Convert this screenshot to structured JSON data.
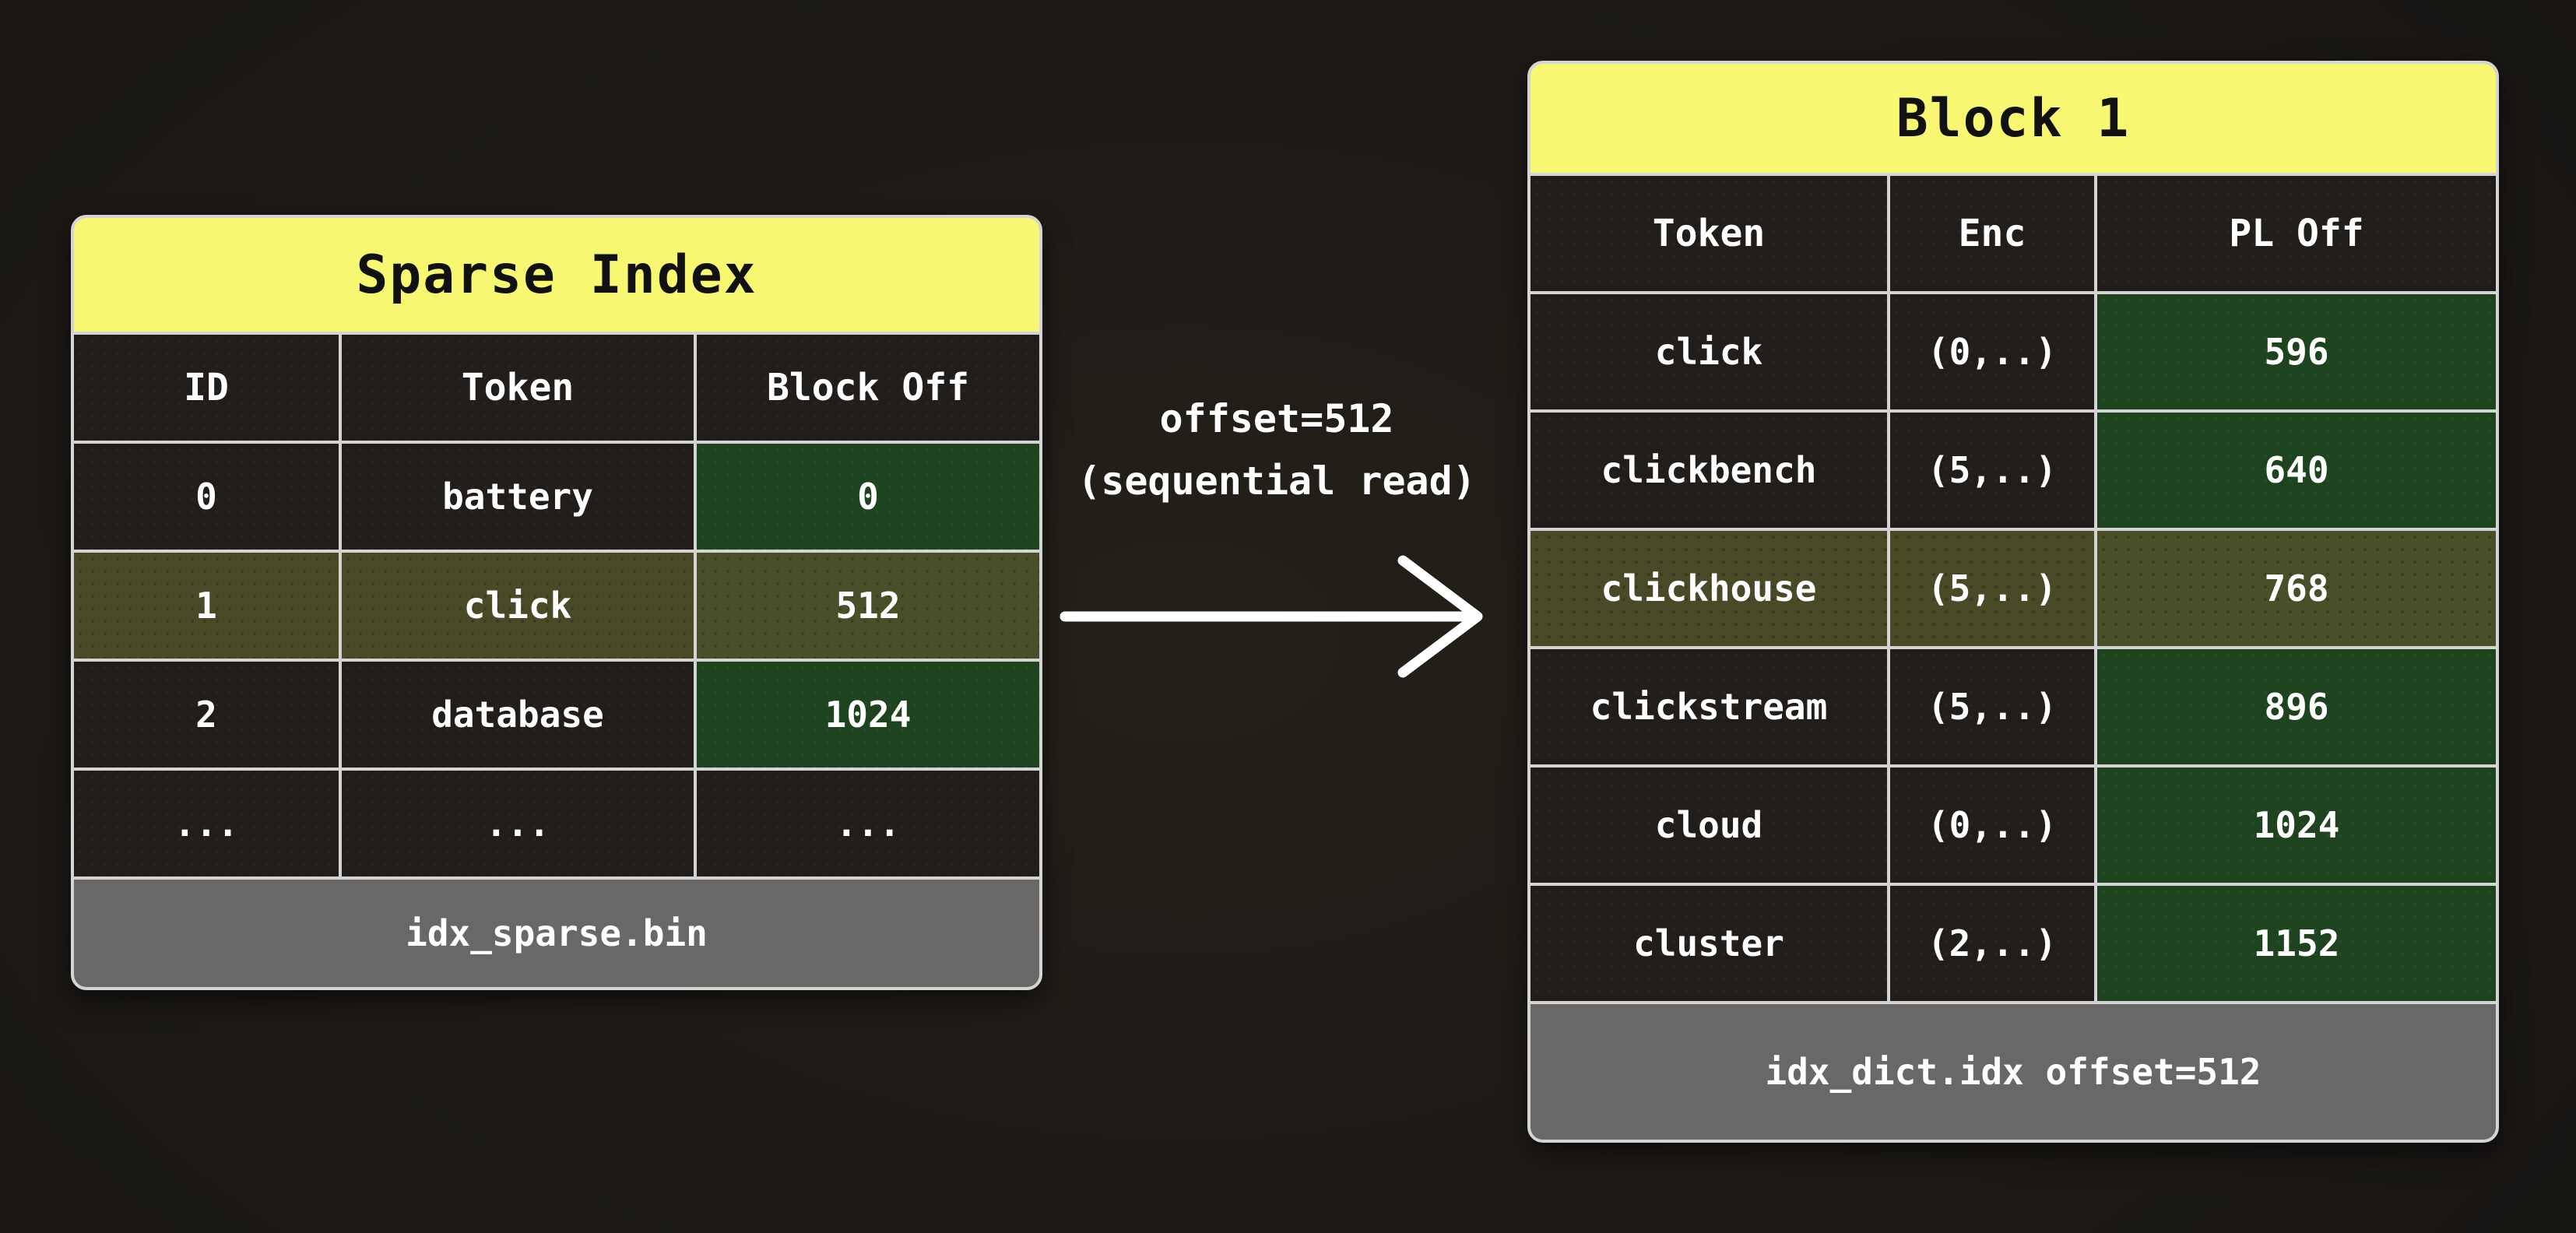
{
  "colors": {
    "card-border": "#d4d4d4",
    "header-yellow": "#f7f772",
    "cell-dark": "#201d1a",
    "cell-green": "#1e431f",
    "cell-olive": "#4b4a28",
    "cell-olive-green": "#4a4f29",
    "footer-gray": "#6a6866",
    "text-light": "#ffffff",
    "text-dark": "#111111",
    "arrow-white": "#ffffff"
  },
  "sparse_table": {
    "title": "Sparse Index",
    "columns": [
      "ID",
      "Token",
      "Block Off"
    ],
    "rows": [
      {
        "id": "0",
        "token": "battery",
        "block_off": "0"
      },
      {
        "id": "1",
        "token": "click",
        "block_off": "512"
      },
      {
        "id": "2",
        "token": "database",
        "block_off": "1024"
      },
      {
        "id": "...",
        "token": "...",
        "block_off": "..."
      }
    ],
    "footer": "idx_sparse.bin"
  },
  "arrow": {
    "label_line1": "offset=512",
    "label_line2": "(sequential read)"
  },
  "block_table": {
    "title": "Block 1",
    "columns": [
      "Token",
      "Enc",
      "PL Off"
    ],
    "rows": [
      {
        "token": "click",
        "enc": "(0,..)",
        "pl_off": "596"
      },
      {
        "token": "clickbench",
        "enc": "(5,..)",
        "pl_off": "640"
      },
      {
        "token": "clickhouse",
        "enc": "(5,..)",
        "pl_off": "768"
      },
      {
        "token": "clickstream",
        "enc": "(5,..)",
        "pl_off": "896"
      },
      {
        "token": "cloud",
        "enc": "(0,..)",
        "pl_off": "1024"
      },
      {
        "token": "cluster",
        "enc": "(2,..)",
        "pl_off": "1152"
      }
    ],
    "footer": "idx_dict.idx offset=512"
  }
}
